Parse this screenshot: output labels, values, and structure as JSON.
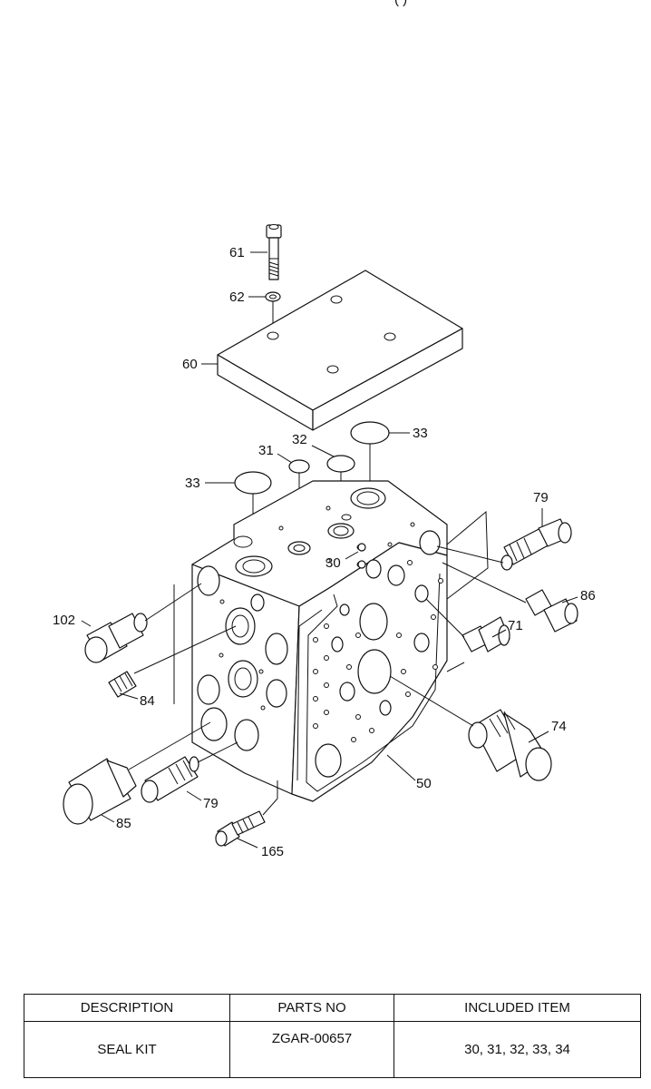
{
  "header": {
    "fragment": "(     )"
  },
  "labels": {
    "p61": "61",
    "p62": "62",
    "p60": "60",
    "p33a": "33",
    "p33b": "33",
    "p32": "32",
    "p31": "31",
    "p30": "30",
    "p79a": "79",
    "p86": "86",
    "p71": "71",
    "p74": "74",
    "p102": "102",
    "p84": "84",
    "p85": "85",
    "p79b": "79",
    "p165": "165",
    "p50": "50"
  },
  "table": {
    "headers": [
      "DESCRIPTION",
      "PARTS NO",
      "INCLUDED ITEM"
    ],
    "rows": [
      {
        "description": "SEAL KIT",
        "parts_no": "ZGAR-00657",
        "included": "30, 31, 32, 33, 34"
      }
    ]
  }
}
